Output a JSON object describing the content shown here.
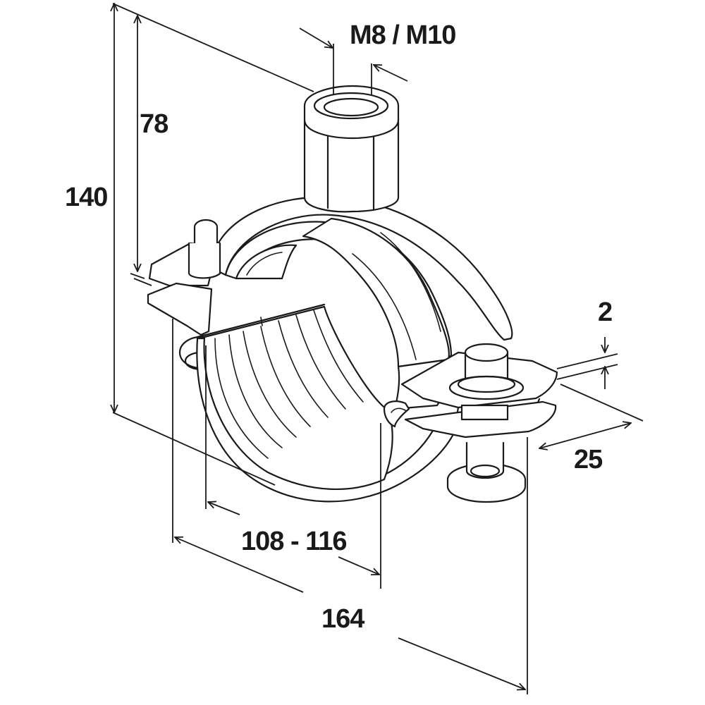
{
  "dimensions": {
    "thread": "M8 / M10",
    "total_height": "140",
    "center_height": "78",
    "band_thickness": "2",
    "band_width": "25",
    "pipe_diameter_range": "108 - 116",
    "total_width": "164"
  },
  "colors": {
    "line": "#1a1a1a",
    "background": "#ffffff"
  }
}
